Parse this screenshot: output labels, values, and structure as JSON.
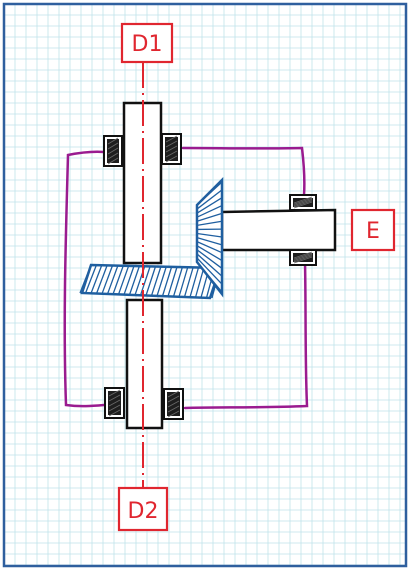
{
  "labels": {
    "top_shaft": "D1",
    "bottom_shaft": "D2",
    "side_shaft": "E"
  },
  "colors": {
    "grid": "#bfe3ea",
    "border": "#2f5f9e",
    "ink": "#111111",
    "axis": "#e0262f",
    "housing": "#9a1b8f",
    "gear": "#1f5fa0",
    "bearing_fill": "#1e1e1e"
  }
}
